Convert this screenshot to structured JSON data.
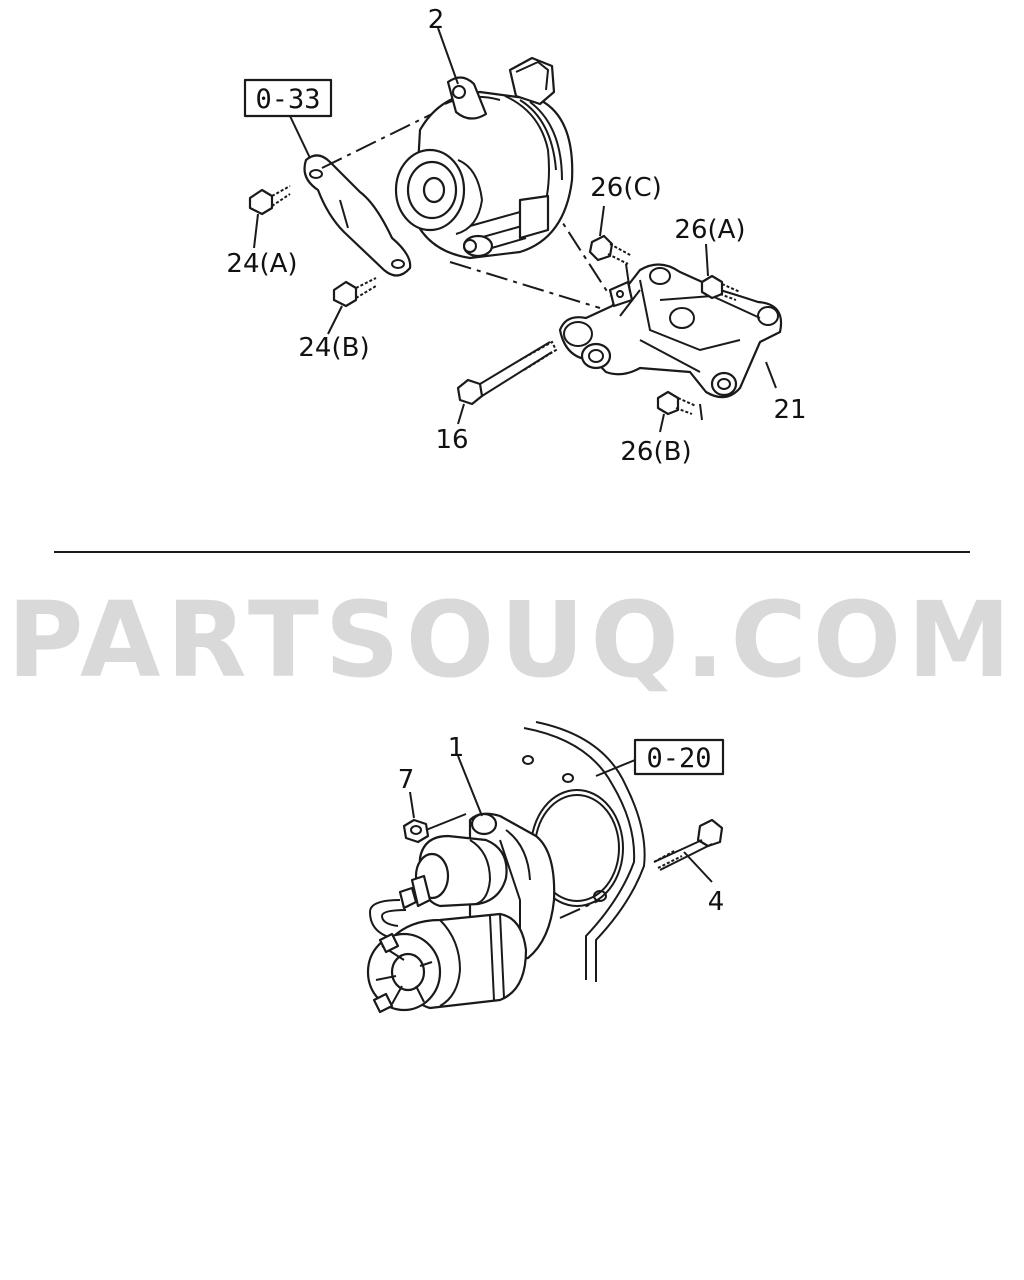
{
  "watermark": "PARTSOUQ.COM",
  "upper_assembly": {
    "callouts": {
      "alternator": "2",
      "bolt_a": "24(A)",
      "bolt_b": "24(B)",
      "bracket_bolt_c": "26(C)",
      "bracket_bolt_a": "26(A)",
      "bracket_bolt_b": "26(B)",
      "long_bolt": "16",
      "bracket": "21"
    },
    "reference": "0-33"
  },
  "lower_assembly": {
    "callouts": {
      "starter": "1",
      "nut": "7",
      "bolt": "4"
    },
    "reference": "0-20"
  }
}
